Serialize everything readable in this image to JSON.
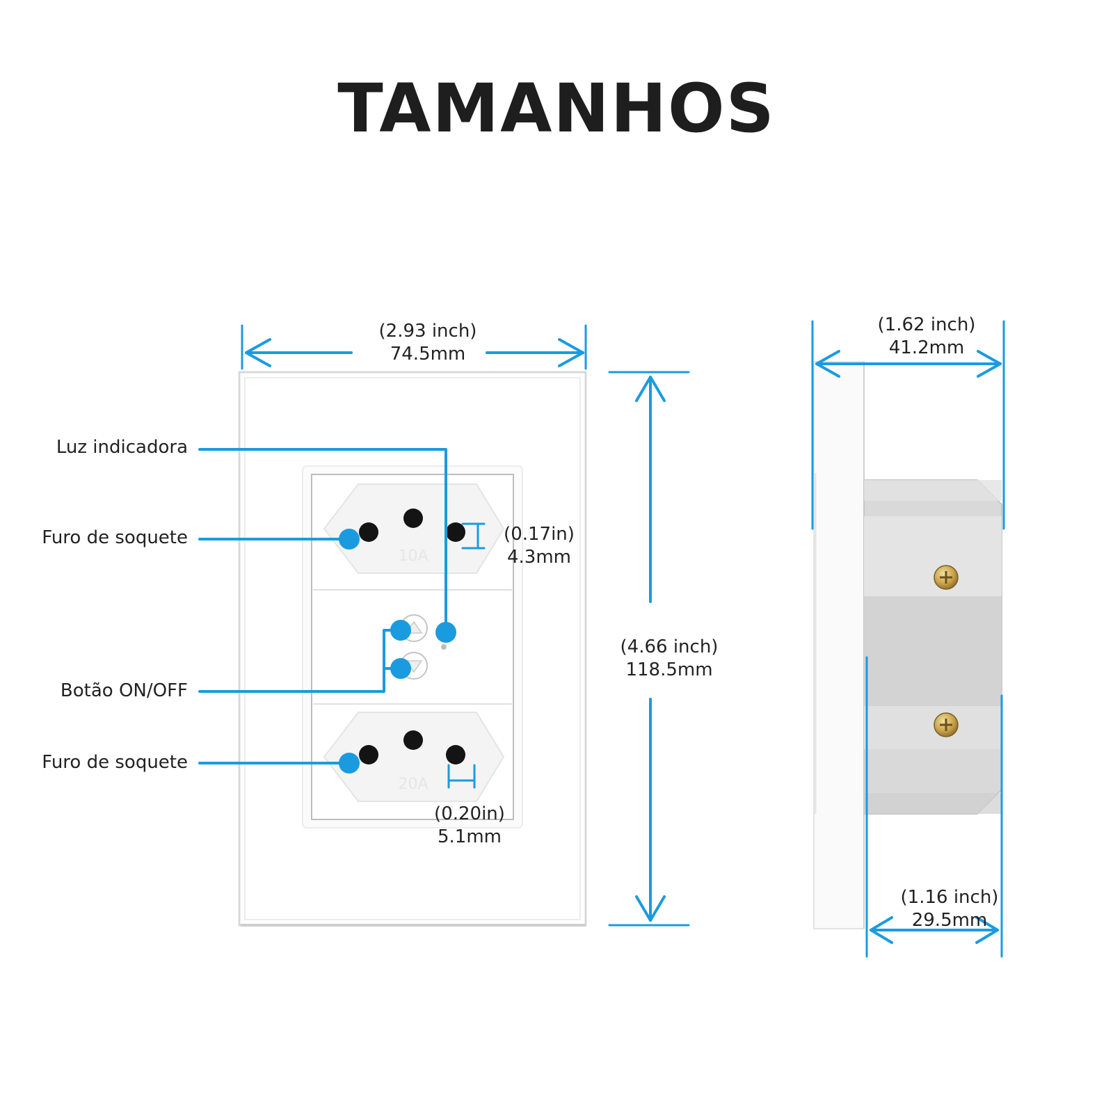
{
  "title": "TAMANHOS",
  "labels": {
    "indicator_light": "Luz indicadora",
    "socket_hole_top": "Furo de soquete",
    "on_off_button": "Botão ON/OFF",
    "socket_hole_bottom": "Furo de soquete"
  },
  "dimensions": {
    "front_width": {
      "inch": "(2.93 inch)",
      "mm": "74.5mm"
    },
    "front_height": {
      "inch": "(4.66 inch)",
      "mm": "118.5mm"
    },
    "top_pin_hole": {
      "inch": "(0.17in)",
      "mm": "4.3mm"
    },
    "bottom_pin_hole": {
      "inch": "(0.20in)",
      "mm": "5.1mm"
    },
    "side_total_depth": {
      "inch": "(1.62 inch)",
      "mm": "41.2mm"
    },
    "side_box_depth": {
      "inch": "(1.16 inch)",
      "mm": "29.5mm"
    }
  },
  "socket_ratings": {
    "top": "10A",
    "bottom": "20A"
  },
  "colors": {
    "accent": "#1a9be0",
    "title": "#1e1e1e",
    "plate": "#ffffff",
    "box": "#d9d9d9"
  }
}
